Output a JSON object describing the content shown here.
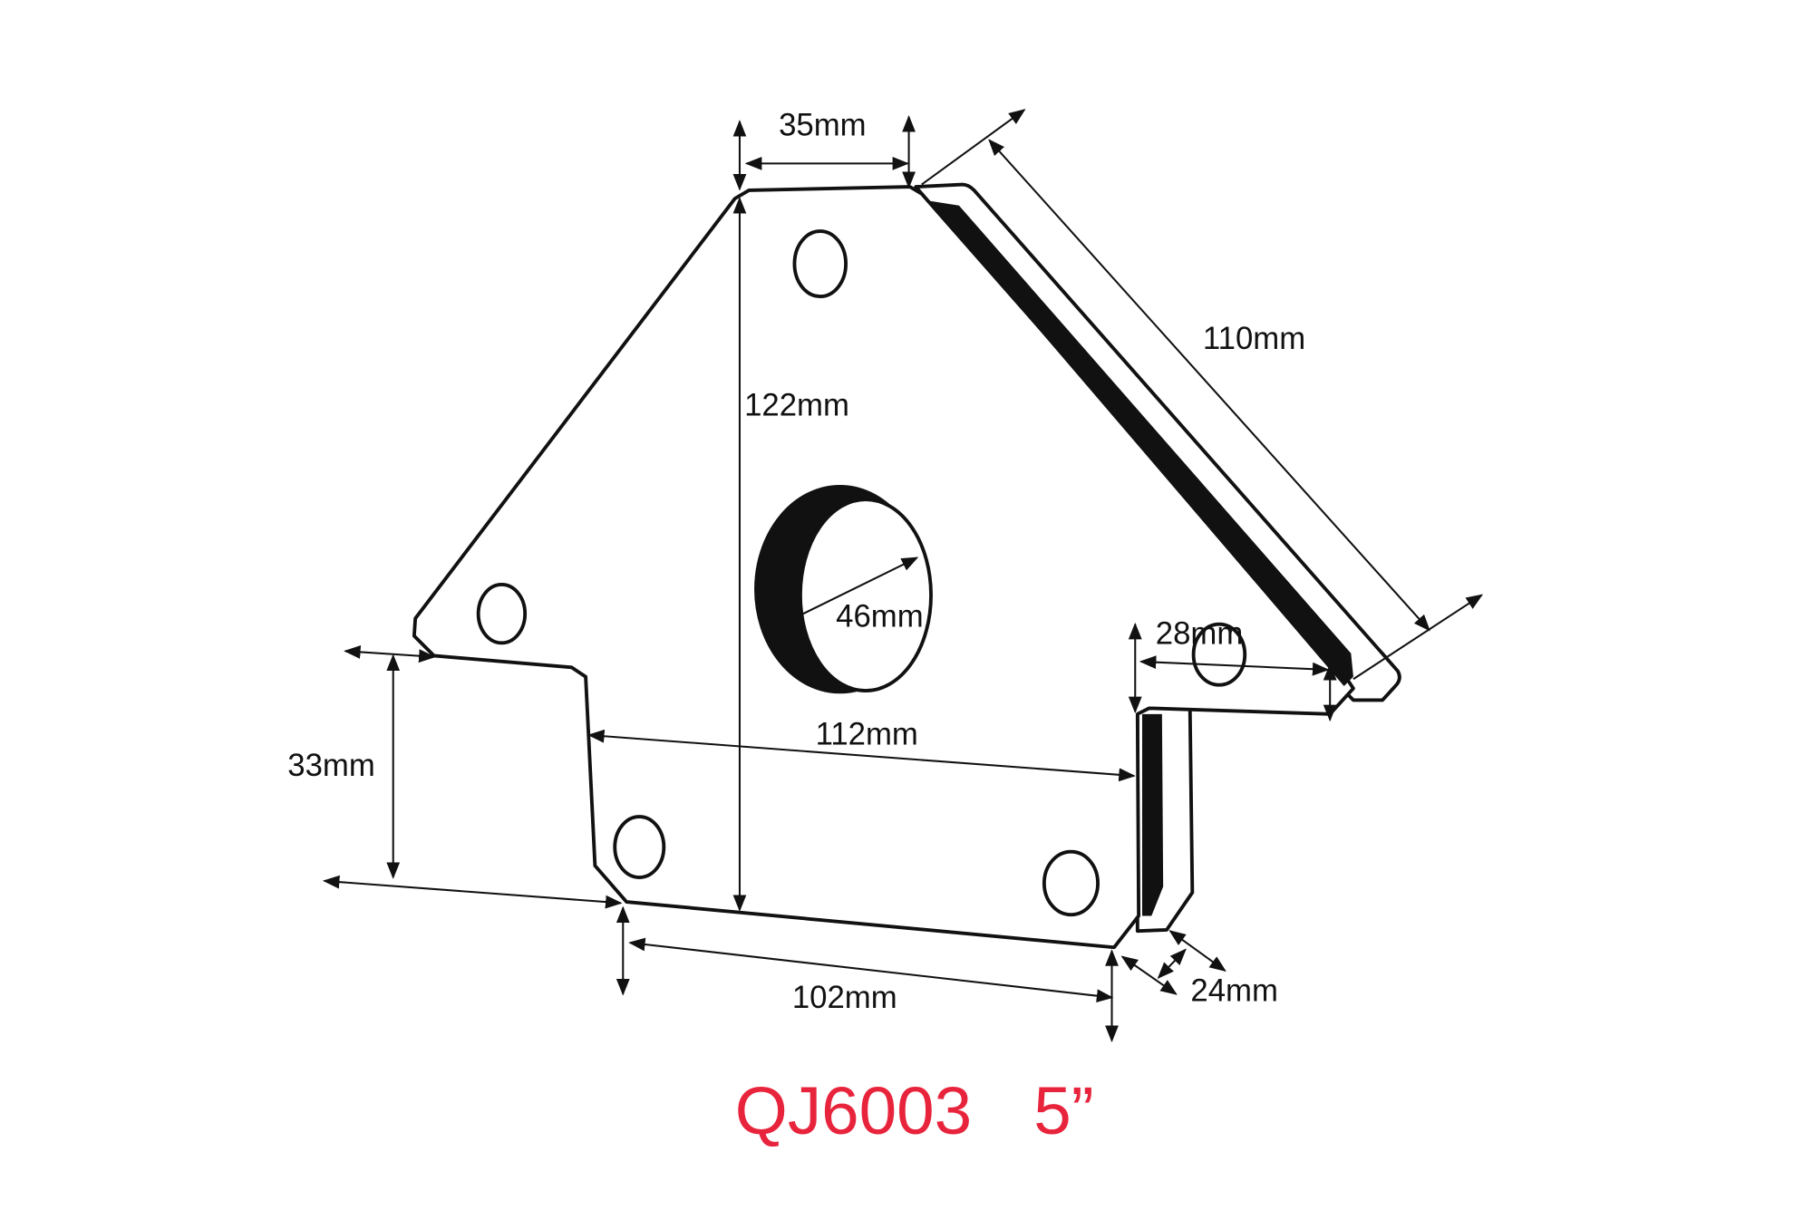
{
  "diagram": {
    "dimensions": {
      "top_width": "35mm",
      "diagonal_length": "110mm",
      "height": "122mm",
      "hole_diameter": "46mm",
      "step_width": "28mm",
      "inner_width": "112mm",
      "step_height": "33mm",
      "bottom_width": "102mm",
      "thickness": "24mm"
    },
    "title": {
      "model": "QJ6003",
      "size": "5”",
      "color": "#e8243c"
    }
  }
}
